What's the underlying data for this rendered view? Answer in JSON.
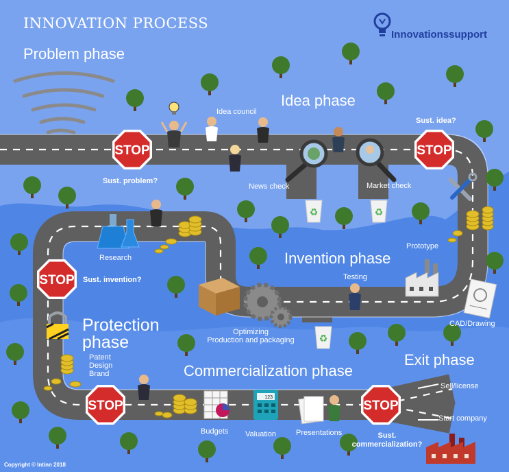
{
  "header": {
    "title": "INNOVATION PROCESS",
    "brand": "Innovationssupport"
  },
  "phases": {
    "problem": "Problem phase",
    "idea": "Idea phase",
    "invention": "Invention phase",
    "protection_line1": "Protection",
    "protection_line2": "phase",
    "commercialization": "Commercialization phase",
    "exit": "Exit phase"
  },
  "stop_label": "STOP",
  "checkpoints": {
    "problem": "Sust. problem?",
    "idea": "Sust. idea?",
    "invention": "Sust. invention?",
    "commercialization_line1": "Sust.",
    "commercialization_line2": "commercialization?"
  },
  "activities": {
    "idea_council": "Idea council",
    "news_check": "News check",
    "market_check": "Market check",
    "prototype": "Prototype",
    "testing": "Testing",
    "cad_drawing": "CAD/Drawing",
    "research": "Research",
    "optimizing_line1": "Optimizing",
    "optimizing_line2": "Production and packaging",
    "patent": "Patent",
    "design": "Design",
    "brand": "Brand",
    "budgets": "Budgets",
    "valuation": "Valuation",
    "presentations": "Presentations",
    "sell_license": "Sell/license",
    "start_company": "Start company",
    "calculator_display": "123"
  },
  "footer": {
    "copyright": "Copyright © Intinn 2018"
  },
  "colors": {
    "background": "#4f86e6",
    "land": "#7ea6f0",
    "road": "#5f5f5f",
    "stop_sign": "#d42b2b",
    "tree": "#3f7a2c",
    "brand_text": "#1f3f9e"
  }
}
